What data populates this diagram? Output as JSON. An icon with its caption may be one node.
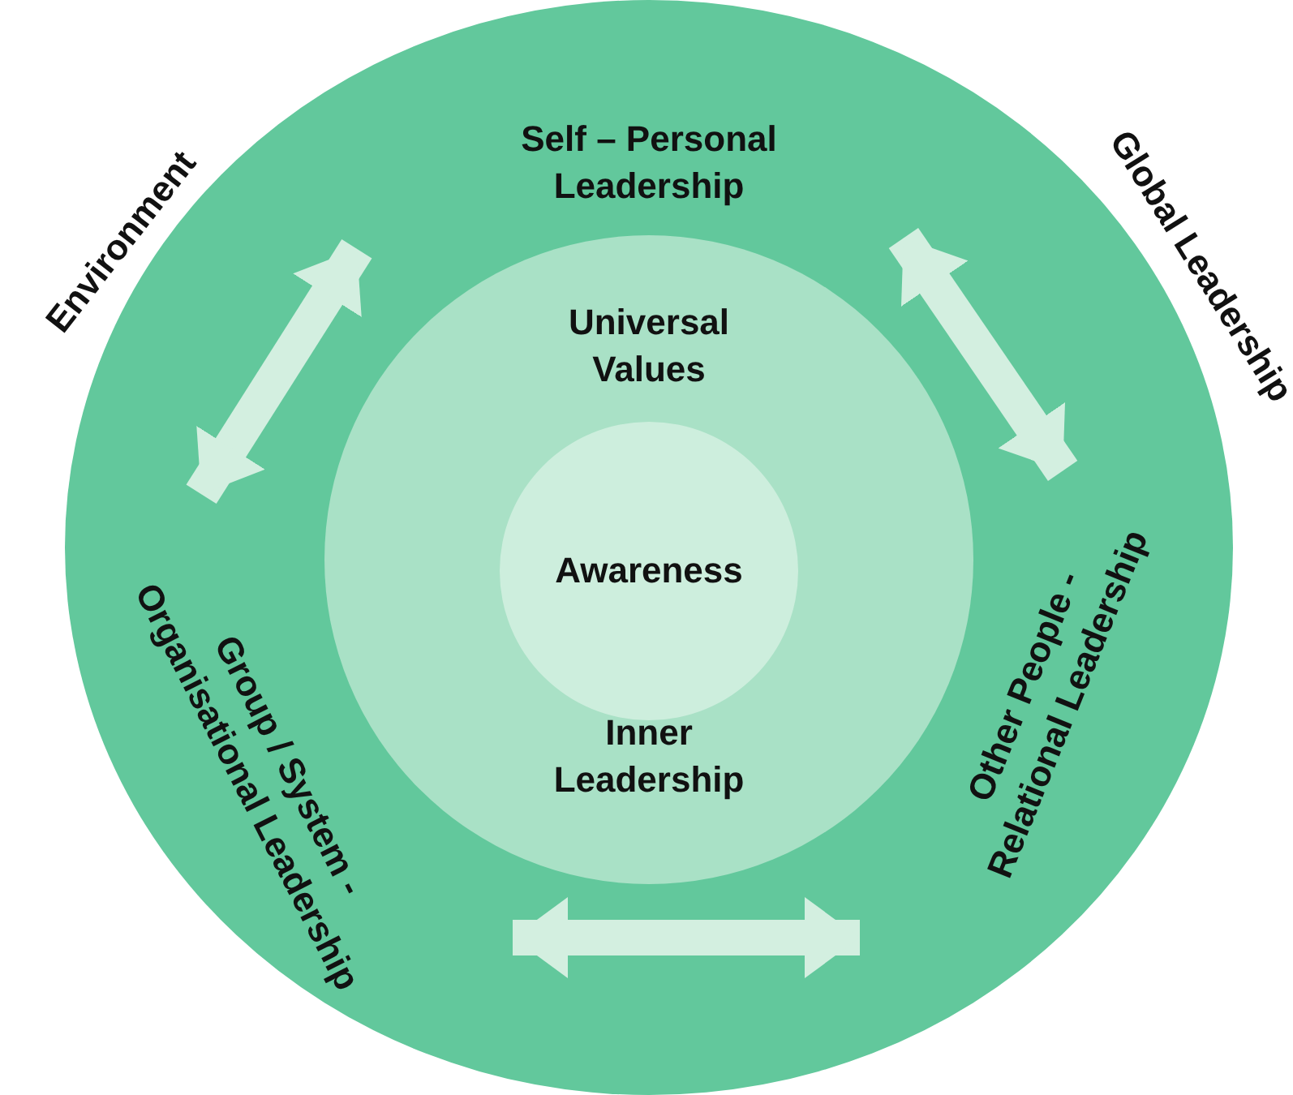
{
  "diagram": {
    "nodes": [
      {
        "text": [],
        "shape": "circle"
      },
      {
        "text": [
          "Self – Personal Leadership"
        ],
        "in": 0
      },
      {
        "text": [
          "Other People - Relational Leadership"
        ],
        "in": 0
      },
      {
        "text": [
          "Group / System - Organisational Leadership"
        ],
        "in": 0
      },
      {
        "text": [
          "Universal Values",
          "Inner Leadership"
        ],
        "in": 0
      },
      {
        "text": [
          "Awareness"
        ],
        "in": 4
      }
    ],
    "edges": [
      {
        "from": 1,
        "to": 3,
        "arrow": "both"
      },
      {
        "from": 1,
        "to": 2,
        "arrow": "both"
      },
      {
        "from": 3,
        "to": 2,
        "arrow": "both"
      }
    ],
    "labels": [
      "Environment",
      "Global Leadership"
    ]
  }
}
